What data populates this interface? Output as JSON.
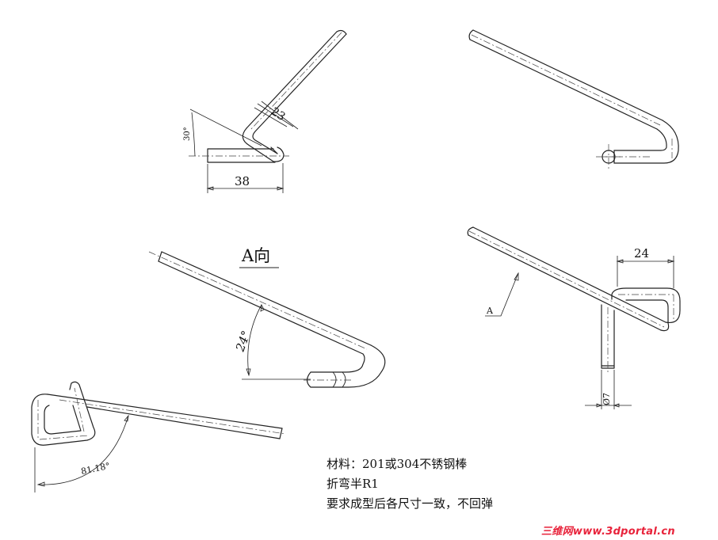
{
  "views": {
    "view1": {
      "dim_angle": "30°",
      "dim_length_a": "23",
      "dim_length_b": "38"
    },
    "view3": {
      "title": "A向",
      "dim_angle": "24°"
    },
    "view4": {
      "arrow_label": "A",
      "dim_width": "24",
      "dim_diameter": "Ø7"
    },
    "view5": {
      "dim_angle": "81.18°"
    }
  },
  "notes": {
    "material": "材料：201或304不锈钢棒",
    "bend_radius": "折弯半R1",
    "requirement": "要求成型后各尺寸一致，不回弹"
  },
  "watermark": "三维网www.3dportal.cn",
  "colors": {
    "line": "#222222",
    "watermark": "#e8223a"
  }
}
